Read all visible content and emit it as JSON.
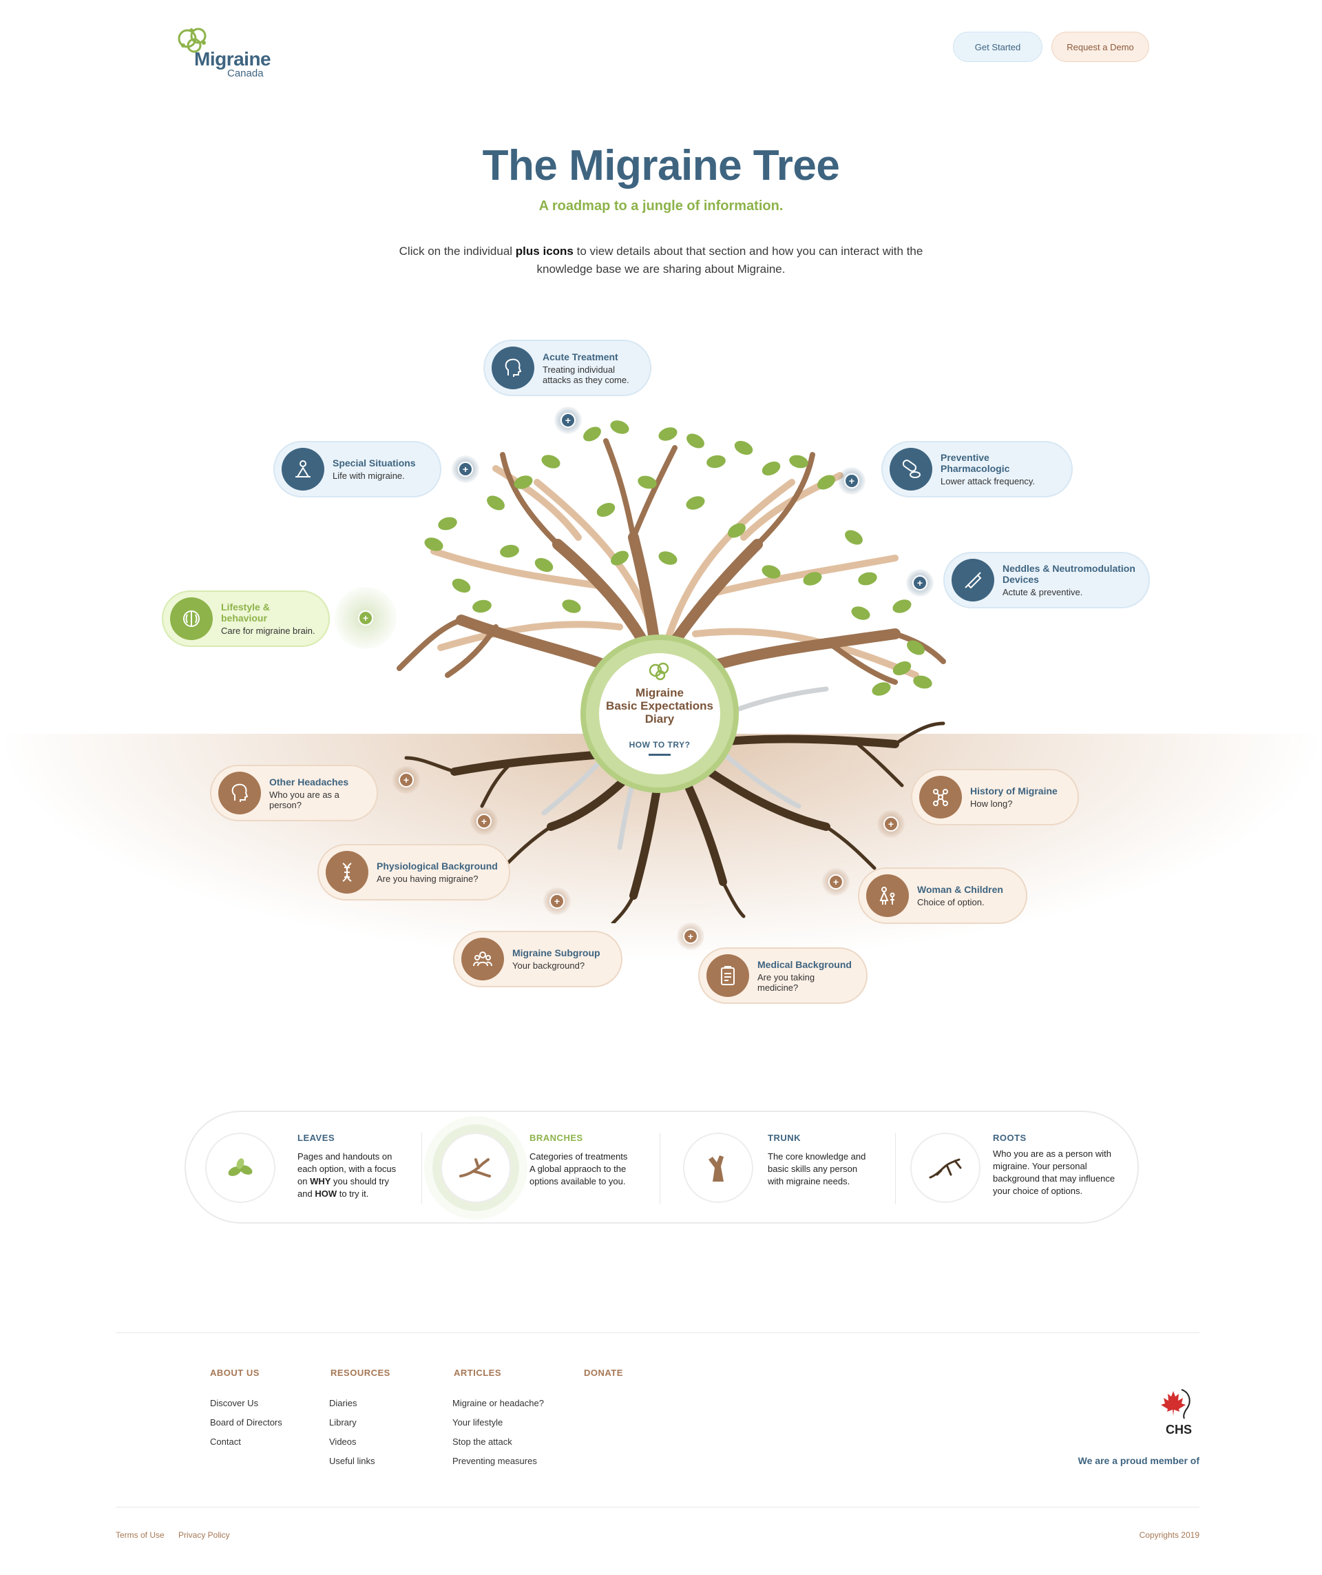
{
  "brand": {
    "name": "Migraine",
    "sub": "Canada"
  },
  "header": {
    "get_started": "Get Started",
    "request_demo": "Request a Demo"
  },
  "hero": {
    "title": "The Migraine Tree",
    "subtitle": "A roadmap to a jungle of information.",
    "intro_pre": "Click on the individual ",
    "intro_bold": "plus icons",
    "intro_post": " to view details about that section and how you can interact with the knowledge base we are sharing about Migraine."
  },
  "center": {
    "title_1": "Migraine",
    "title_2": "Basic Expectations",
    "title_3": "Diary",
    "link": "HOW TO TRY?"
  },
  "branches": [
    {
      "title": "Acute Treatment",
      "desc_1": "Treating individual",
      "desc_2": "attacks as they come.",
      "icon": "head-icon"
    },
    {
      "title": "Special Situations",
      "desc_1": "Life with migraine.",
      "desc_2": "",
      "icon": "meditation-icon"
    },
    {
      "title": "Preventive Pharmacologic",
      "desc_1": "Lower attack frequency.",
      "desc_2": "",
      "icon": "pills-icon"
    },
    {
      "title_1": "Neddles & Neutromodulation",
      "title_2": "Devices",
      "desc_1": "Actute & preventive.",
      "icon": "syringe-icon"
    },
    {
      "title": "Lifestyle & behaviour",
      "desc_1": "Care for migraine brain.",
      "icon": "brain-icon"
    }
  ],
  "roots": [
    {
      "title": "Other Headaches",
      "desc": "Who you are as a person?",
      "icon": "head-profile-icon"
    },
    {
      "title": "Physiological Background",
      "desc": "Are you having migraine?",
      "icon": "dna-icon"
    },
    {
      "title": "Migraine Subgroup",
      "desc": "Your background?",
      "icon": "group-icon"
    },
    {
      "title": "Medical Background",
      "desc": "Are you taking medicine?",
      "icon": "clipboard-icon"
    },
    {
      "title": "History of Migraine",
      "desc": "How long?",
      "icon": "network-icon"
    },
    {
      "title": "Woman & Children",
      "desc": "Choice of option.",
      "icon": "mother-child-icon"
    }
  ],
  "legend": [
    {
      "title": "LEAVES",
      "l1": "Pages and handouts on",
      "l2": "each option, with a focus",
      "l3a": "on ",
      "l3b": "WHY",
      "l3c": " you should try",
      "l4a": "and ",
      "l4b": "HOW",
      "l4c": " to try it."
    },
    {
      "title": "BRANCHES",
      "l1": "Categories of treatments",
      "l2": "A global appraoch to the",
      "l3": "options available to you."
    },
    {
      "title": "TRUNK",
      "l1": "The core knowledge and",
      "l2": "basic skills any person",
      "l3": "with migraine needs."
    },
    {
      "title": "ROOTS",
      "l1": "Who you are as a person with",
      "l2": "migraine. Your personal",
      "l3": "background that may influence",
      "l4": "your choice of options."
    }
  ],
  "footer": {
    "columns": [
      {
        "head": "ABOUT US",
        "links": [
          "Discover Us",
          "Board of Directors",
          "Contact"
        ]
      },
      {
        "head": "RESOURCES",
        "links": [
          "Diaries",
          "Library",
          "Videos",
          "Useful links"
        ]
      },
      {
        "head": "ARTICLES",
        "links": [
          "Migraine or headache?",
          "Your lifestyle",
          "Stop the attack",
          "Preventing measures"
        ]
      },
      {
        "head": "DONATE",
        "links": []
      }
    ],
    "member_logo": "CHS",
    "member_text": "We are a proud member of",
    "terms": "Terms of Use",
    "privacy": "Privacy Policy",
    "copyright": "Copyrights 2019"
  },
  "colors": {
    "blue": "#3e6480",
    "green": "#8db34a",
    "brown": "#a67754",
    "trunk": "#9c7251",
    "root": "#4a3520"
  }
}
